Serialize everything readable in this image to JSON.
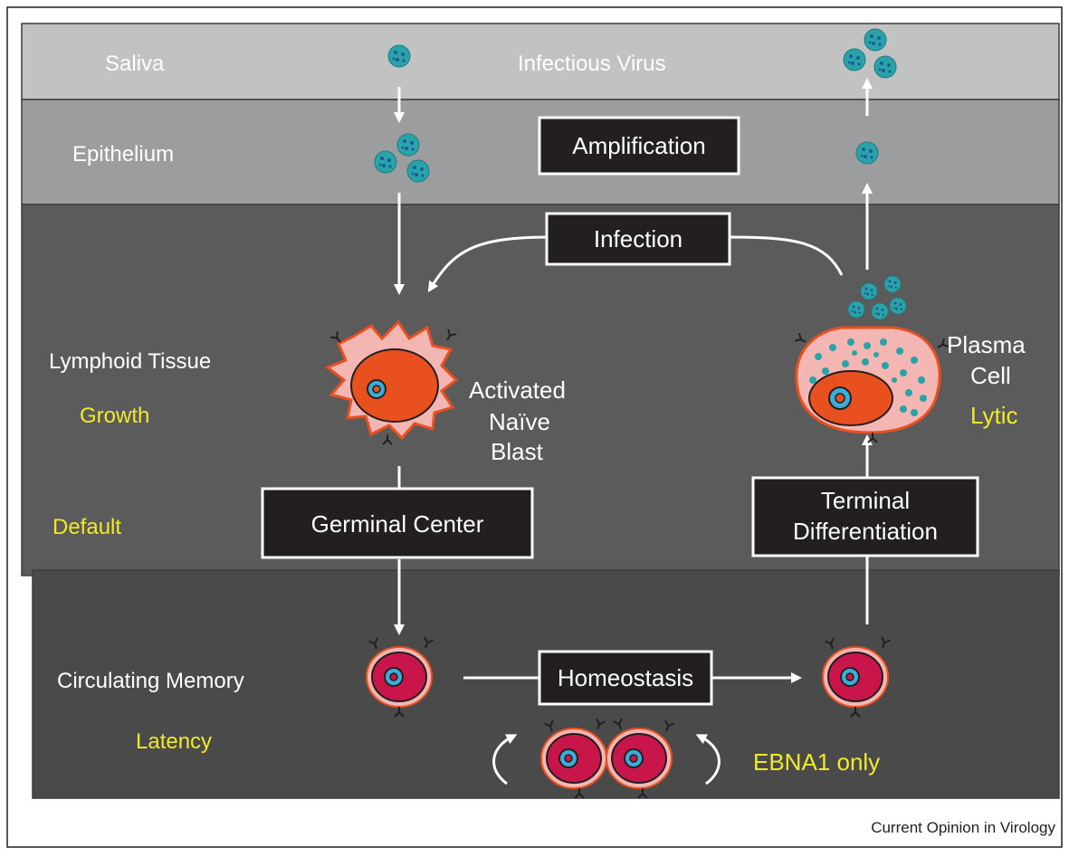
{
  "labels": {
    "saliva": "Saliva",
    "infectious_virus": "Infectious Virus",
    "epithelium": "Epithelium",
    "lymphoid_tissue": "Lymphoid Tissue",
    "growth": "Growth",
    "default": "Default",
    "circulating_memory": "Circulating Memory",
    "latency": "Latency",
    "activated_line1": "Activated",
    "activated_line2": "Naïve",
    "activated_line3": "Blast",
    "plasma_line1": "Plasma",
    "plasma_line2": "Cell",
    "lytic": "Lytic",
    "ebna1": "EBNA1 only"
  },
  "boxes": {
    "amplification": "Amplification",
    "infection": "Infection",
    "germinal_center": "Germinal Center",
    "terminal_line1": "Terminal",
    "terminal_line2": "Differentiation",
    "homeostasis": "Homeostasis"
  },
  "credit": "Current Opinion in Virology",
  "colors": {
    "band_saliva": "#c2c2c2",
    "band_epithelium": "#9c9d9f",
    "band_lymphoid": "#5b5b5b",
    "band_memory": "#4a4a4a",
    "state_label": "#f1ea29",
    "box_fill": "#231f20",
    "virus": "#2aa3a8",
    "blast_outer": "#f4b6b2",
    "blast_nucleus": "#e8501f",
    "memory_cell": "#c8154a",
    "nucleolus": "#3aaed8"
  }
}
